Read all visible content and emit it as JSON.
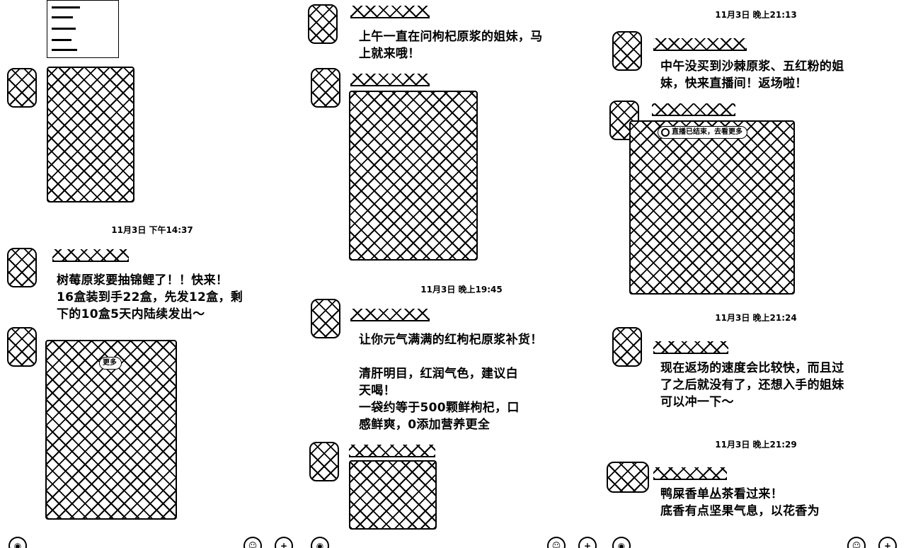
{
  "column1": {
    "messages": [
      {
        "text": "树莓原浆要抽锦鲤了！！快来！\n16盒装到手22盒，先发12盒，剩\n下的10盒5天内陆续发出～"
      }
    ],
    "timestamps": [
      "11月3日 下午14:37"
    ],
    "pill": "更多"
  },
  "column2": {
    "messages": [
      {
        "text": "上午一直在问枸杞原浆的姐妹，马\n上就来哦！"
      },
      {
        "text": "让你元气满满的红枸杞原浆补货！\n\n清肝明目，红润气色，建议白\n天喝！\n一袋约等于500颗鲜枸杞，口\n感鲜爽，0添加营养更全"
      }
    ],
    "timestamps": [
      "11月3日 晚上19:45"
    ]
  },
  "column3": {
    "messages": [
      {
        "text": "中午没买到沙棘原浆、五红粉的姐\n妹，快来直播间！返场啦！"
      },
      {
        "text": "现在返场的速度会比较快，而且过\n了之后就没有了，还想入手的姐妹\n可以冲一下～"
      },
      {
        "text": "鸭屎香单丛茶看过来！\n底香有点坚果气息，以花香为"
      }
    ],
    "timestamps": [
      "11月3日 晚上21:13",
      "11月3日 晚上21:24",
      "11月3日 晚上21:29"
    ],
    "pill": "直播已结束，去看更多"
  },
  "icons": [
    "voice-icon",
    "emoji-icon",
    "plus-icon"
  ]
}
